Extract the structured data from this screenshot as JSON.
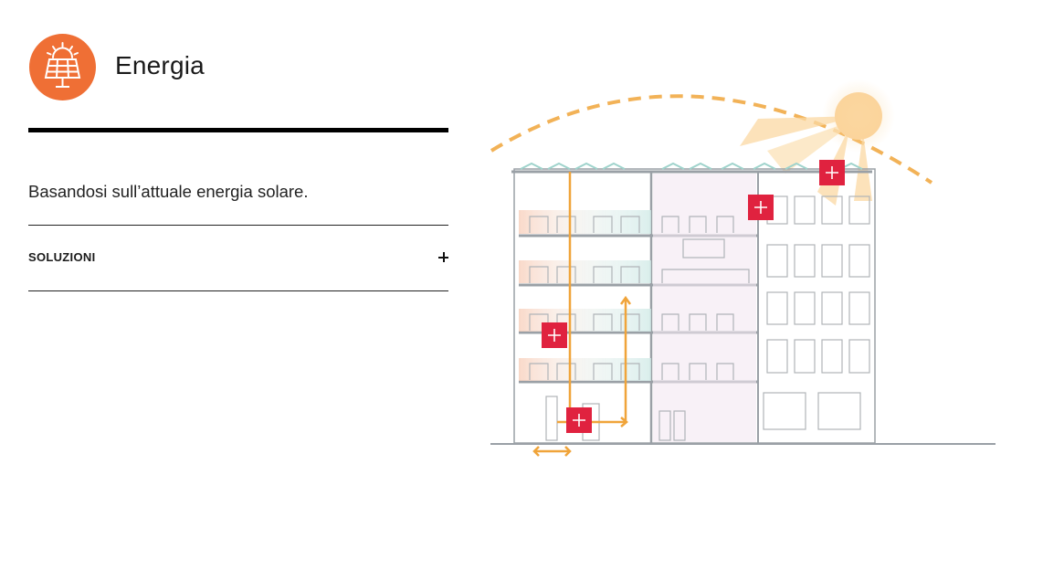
{
  "header": {
    "title": "Energia",
    "icon": "solar-panel-icon",
    "icon_color": "#ef6f35"
  },
  "intro": {
    "text": "Basandosi sull’attuale energia solare."
  },
  "accordion": {
    "label": "SOLUZIONI",
    "expanded": false
  },
  "illustration": {
    "icon": "building-cross-section",
    "hotspot_color": "#e0223f",
    "accent_color": "#f0a43a",
    "hotspots": [
      {
        "name": "hotspot-roof",
        "icon": "plus-icon"
      },
      {
        "name": "hotspot-upper-floor",
        "icon": "plus-icon"
      },
      {
        "name": "hotspot-middle-floor",
        "icon": "plus-icon"
      },
      {
        "name": "hotspot-ground-floor",
        "icon": "plus-icon"
      }
    ]
  }
}
